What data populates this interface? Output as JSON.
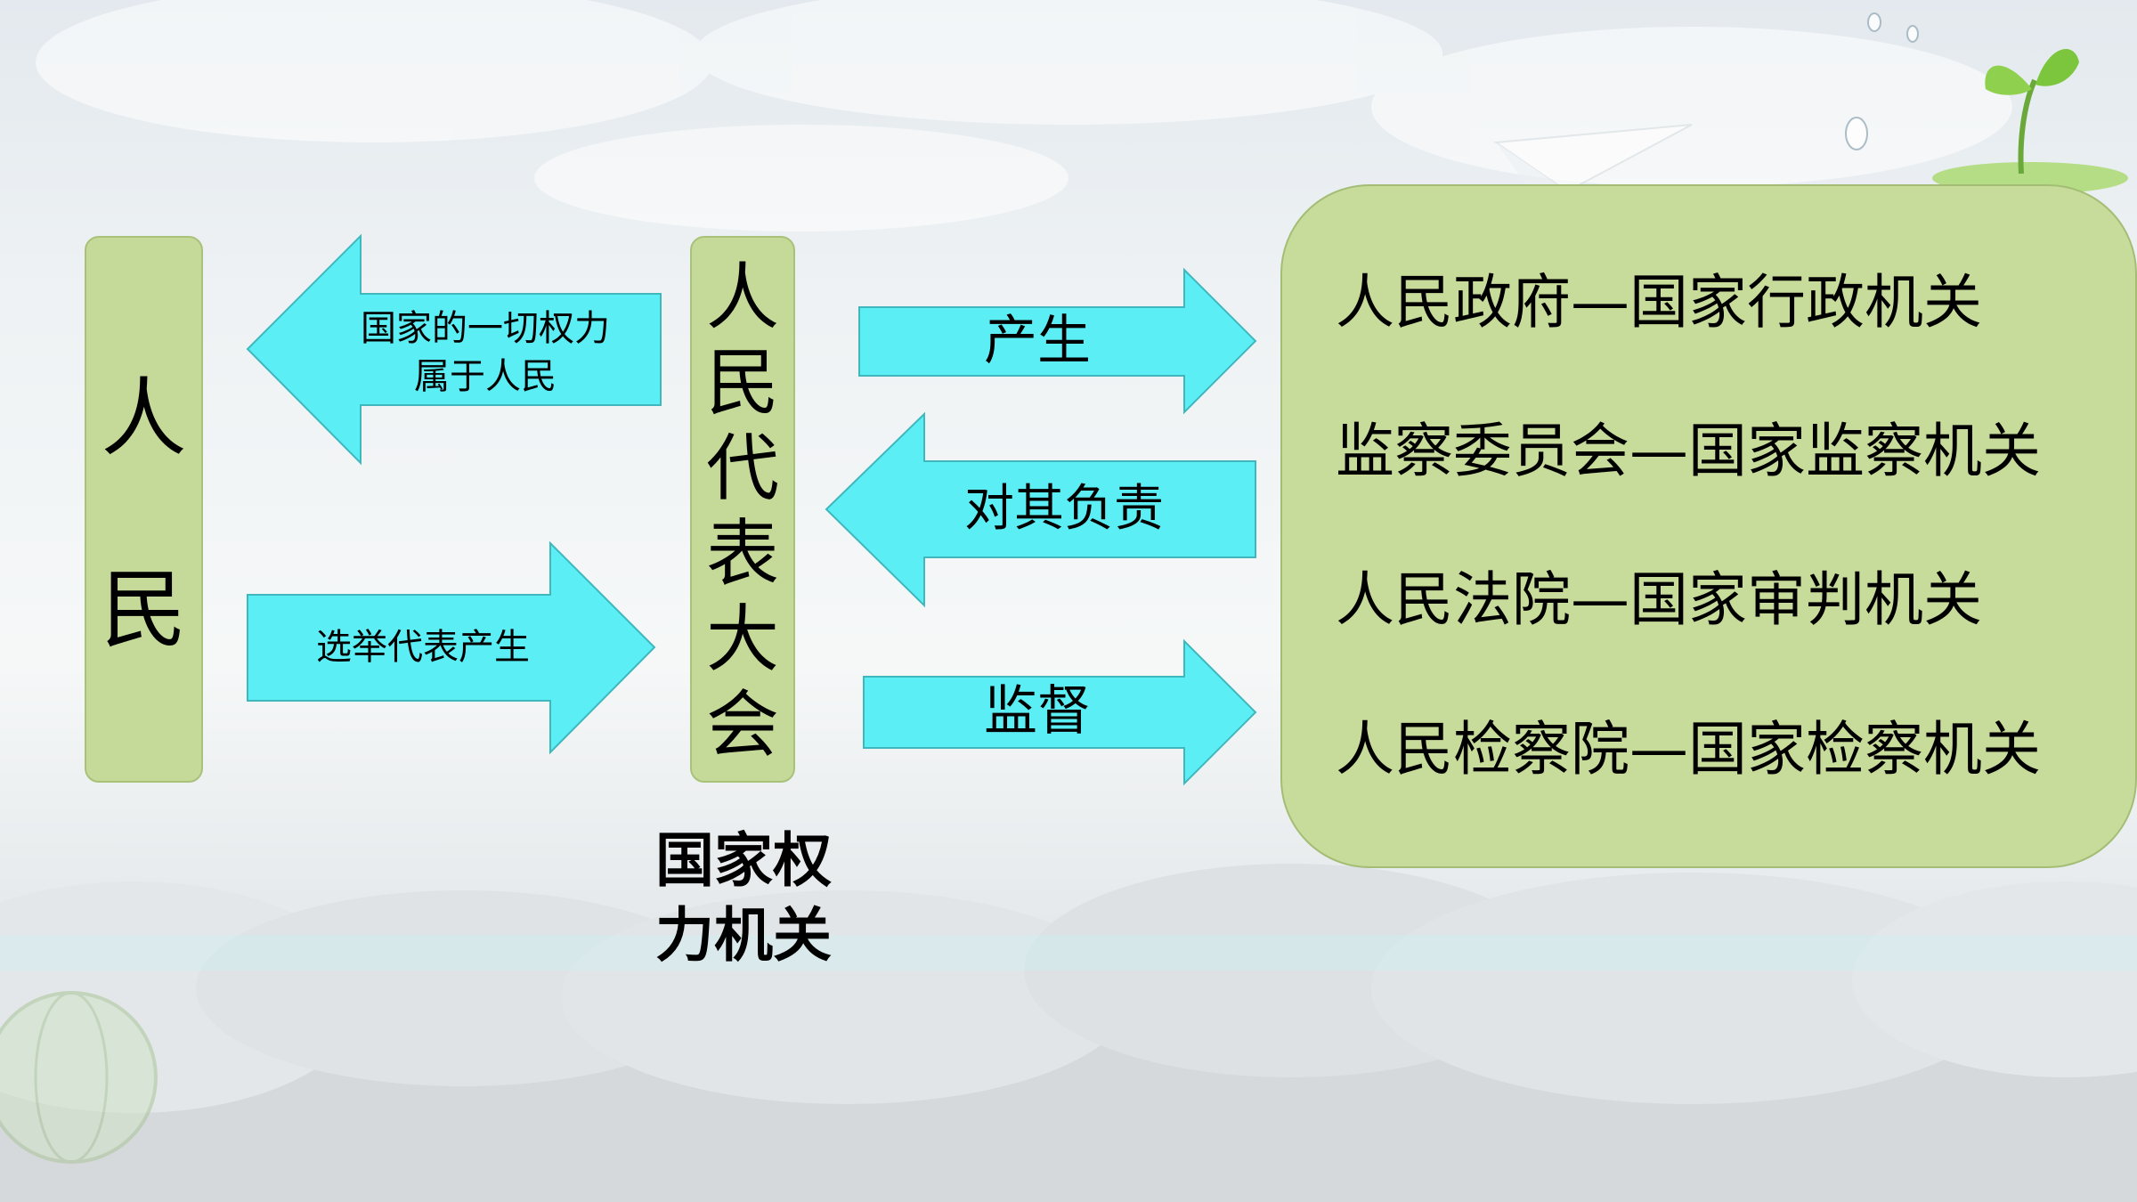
{
  "people": {
    "char1": "人",
    "char2": "民"
  },
  "npc": {
    "title": "人民代表大会",
    "caption_line1": "国家权",
    "caption_line2": "力机关"
  },
  "arrows": {
    "power_belongs_line1": "国家的一切权力",
    "power_belongs_line2": "属于人民",
    "elect": "选举代表产生",
    "produce": "产生",
    "responsible": "对其负责",
    "supervise": "监督"
  },
  "organs": {
    "items": [
      "人民政府—国家行政机关",
      "监察委员会—国家监察机关",
      "人民法院—国家审判机关",
      "人民检察院—国家检察机关"
    ]
  },
  "colors": {
    "arrow_fill": "#5ceef5",
    "arrow_stroke": "#3fb7bd",
    "box_fill": "#c5d998",
    "box_stroke": "#a9c27a"
  }
}
